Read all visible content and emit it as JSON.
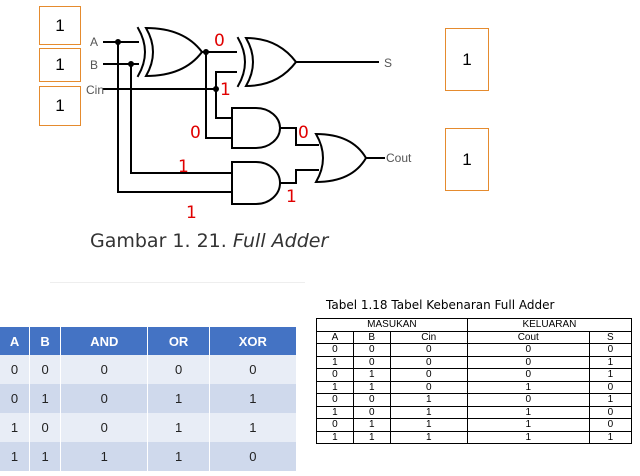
{
  "circuit": {
    "input_labels": [
      "A",
      "B",
      "Cin"
    ],
    "output_labels": [
      "S",
      "Cout"
    ],
    "wire_values": [
      "0",
      "1",
      "0",
      "0",
      "1",
      "1",
      "1"
    ],
    "input_boxes": [
      "1",
      "1",
      "1"
    ],
    "output_boxes": [
      "1",
      "1"
    ]
  },
  "caption": {
    "prefix": "Gambar 1. 21. ",
    "title": "Full Adder"
  },
  "logic_table": {
    "headers": [
      "A",
      "B",
      "AND",
      "OR",
      "XOR"
    ],
    "rows": [
      [
        "0",
        "0",
        "0",
        "0",
        "0"
      ],
      [
        "0",
        "1",
        "0",
        "1",
        "1"
      ],
      [
        "1",
        "0",
        "0",
        "1",
        "1"
      ],
      [
        "1",
        "1",
        "1",
        "1",
        "0"
      ]
    ]
  },
  "truth_table": {
    "title": "Tabel 1.18 Tabel Kebenaran Full Adder",
    "group_headers": [
      "MASUKAN",
      "KELUARAN"
    ],
    "headers": [
      "A",
      "B",
      "Cin",
      "Cout",
      "S"
    ],
    "rows": [
      [
        "0",
        "0",
        "0",
        "0",
        "0"
      ],
      [
        "1",
        "0",
        "0",
        "0",
        "1"
      ],
      [
        "0",
        "1",
        "0",
        "0",
        "1"
      ],
      [
        "1",
        "1",
        "0",
        "1",
        "0"
      ],
      [
        "0",
        "0",
        "1",
        "0",
        "1"
      ],
      [
        "1",
        "0",
        "1",
        "1",
        "0"
      ],
      [
        "0",
        "1",
        "1",
        "1",
        "0"
      ],
      [
        "1",
        "1",
        "1",
        "1",
        "1"
      ]
    ]
  },
  "colors": {
    "wire": "#000000",
    "annotation": "#e00000",
    "box_border": "#e58b2e",
    "table_header": "#4473c4"
  }
}
